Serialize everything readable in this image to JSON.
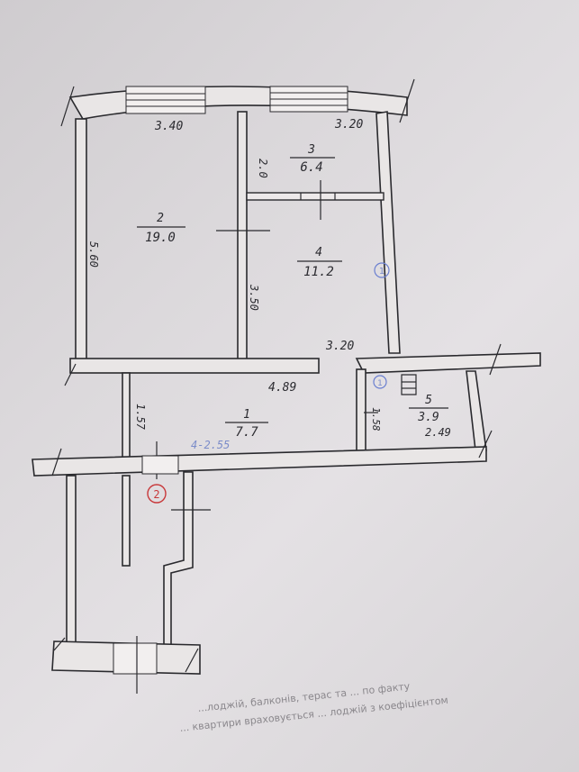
{
  "dimensions": {
    "top_left_width": "3.40",
    "top_right_width": "3.20",
    "room3_height": "2.0",
    "left_height": "5.60",
    "middle_wall_height": "3.50",
    "middle_width": "3.20",
    "bottom_width": "4.89",
    "corridor_height": "1.57",
    "room5_height": "1.58",
    "room5_width": "2.49",
    "elev": "4-2.55"
  },
  "rooms": [
    {
      "number": "1",
      "area": "7.7"
    },
    {
      "number": "2",
      "area": "19.0"
    },
    {
      "number": "3",
      "area": "6.4"
    },
    {
      "number": "4",
      "area": "11.2"
    },
    {
      "number": "5",
      "area": "3.9"
    }
  ],
  "markers": {
    "blue_room4": "1",
    "blue_room5": "1",
    "red_stair": "2"
  },
  "footer": {
    "line1": "...лоджій, балконів, терас та ... по факту",
    "line2": "... квартири враховується ... лоджій з коефіцієнтом"
  }
}
